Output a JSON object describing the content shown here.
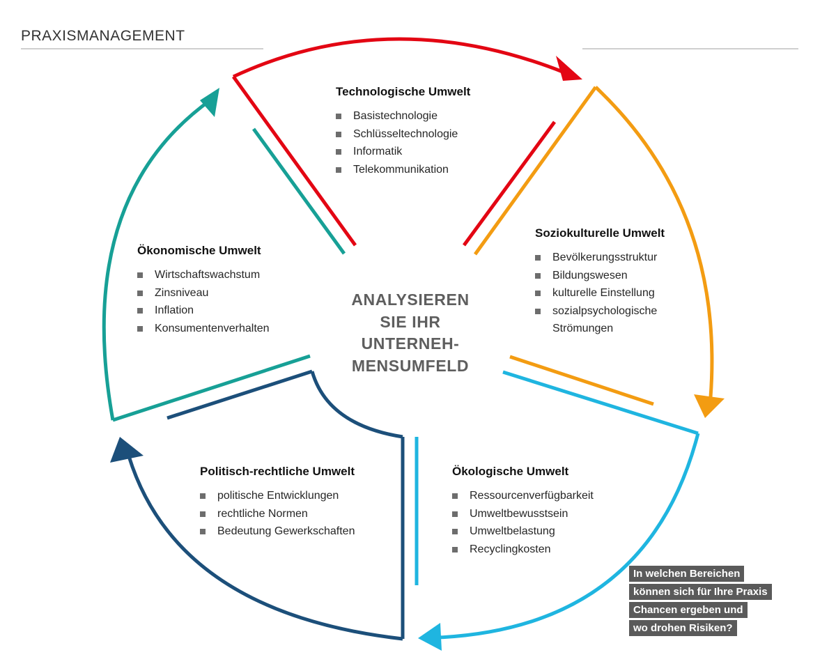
{
  "header": {
    "title": "PRAXISMANAGEMENT"
  },
  "center": {
    "lines": [
      "ANALYSIEREN",
      "SIE IHR",
      "UNTERNEH-",
      "MENSUMFELD"
    ]
  },
  "segments": [
    {
      "id": "technologisch",
      "title": "Technologische Umwelt",
      "color": "#e30613",
      "items": [
        "Basistechnologie",
        "Schlüsseltechnologie",
        "Informatik",
        "Telekommunikation"
      ]
    },
    {
      "id": "soziokulturell",
      "title": "Soziokulturelle Umwelt",
      "color": "#f39c12",
      "items": [
        "Bevölkerungsstruktur",
        "Bildungswesen",
        "kulturelle Einstellung",
        "sozialpsychologische Strömungen"
      ]
    },
    {
      "id": "oekologisch",
      "title": "Ökologische Umwelt",
      "color": "#1fb5e0",
      "items": [
        "Ressourcenverfügbarkeit",
        "Umweltbewusstsein",
        "Umweltbelastung",
        "Recyclingkosten"
      ]
    },
    {
      "id": "politisch",
      "title": "Politisch-rechtliche Umwelt",
      "color": "#1c4f7a",
      "items": [
        "politische Entwicklungen",
        "rechtliche Normen",
        "Bedeutung Gewerkschaften"
      ]
    },
    {
      "id": "oekonomisch",
      "title": "Ökonomische Umwelt",
      "color": "#17a096",
      "items": [
        "Wirtschaftswachstum",
        "Zinsniveau",
        "Inflation",
        "Konsumentenverhalten"
      ]
    }
  ],
  "callout": {
    "lines": [
      "In welchen Bereichen",
      "können sich für Ihre Praxis",
      "Chancen ergeben und",
      "wo drohen Risiken?"
    ]
  }
}
